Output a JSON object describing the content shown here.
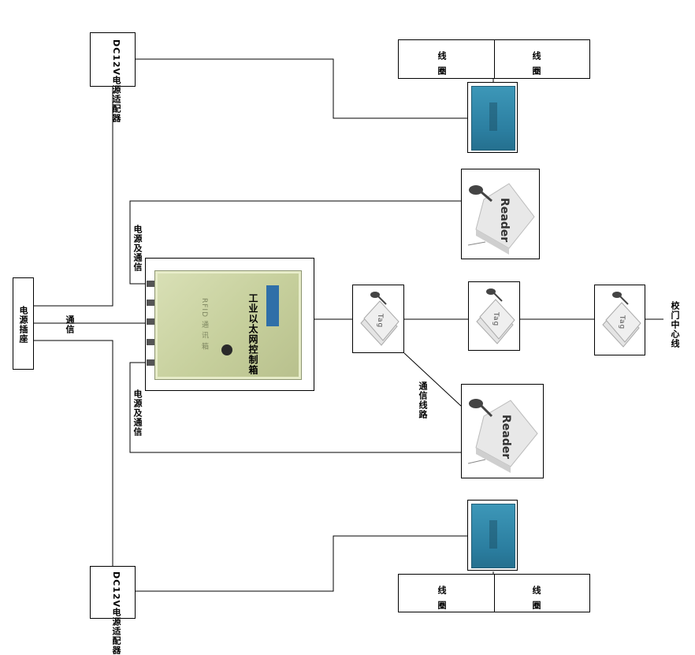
{
  "labels": {
    "power_supply_top": "DC12V电源适配器",
    "power_supply_bottom": "DC12V电源适配器",
    "power_socket": "电源插座",
    "comm": "通信",
    "power_comm_top": "电源及通信",
    "power_comm_bottom": "电源及通信",
    "controller": "工业以太网控制箱",
    "controller_sub": "RFID 通 讯 箱",
    "comm_line": "通信线路",
    "school_center": "校门中心线",
    "coil": "线圈",
    "reader_word": "Reader",
    "tag_word": "Tag"
  },
  "colors": {
    "line": "#000000",
    "controller_body": "#c9d19f",
    "loop_box_blue": "#2b7ea0"
  }
}
